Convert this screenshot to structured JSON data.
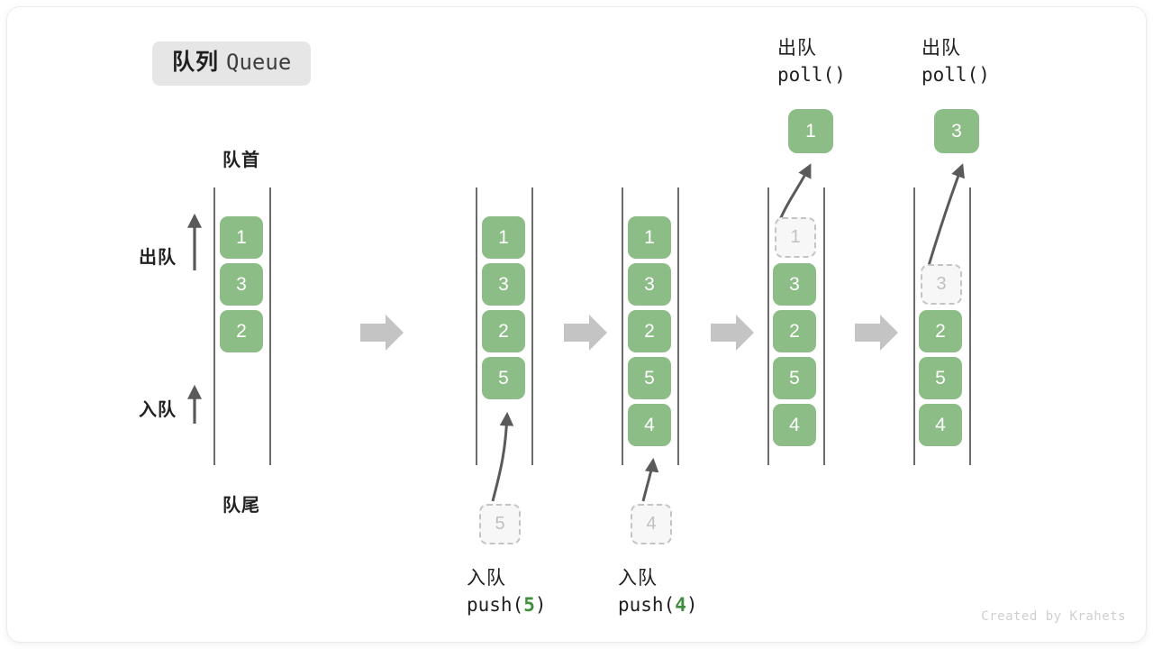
{
  "title": {
    "cn": "队列",
    "en": "Queue"
  },
  "labels": {
    "head": "队首",
    "tail": "队尾",
    "dequeue": "出队",
    "enqueue": "入队"
  },
  "credit": "Created by Krahets",
  "colors": {
    "element": "#8dbd86",
    "element_text": "#ffffff",
    "ghost_border": "#c4c4c4",
    "ghost_text": "#c0c0c0",
    "wall": "#6b6b6b",
    "arrow": "#5a5a5a",
    "step_arrow": "#c4c4c4",
    "accent_code": "#3f8f3f",
    "badge_bg": "#e6e6e6"
  },
  "steps": [
    {
      "id": "initial",
      "cells": [
        "1",
        "3",
        "2"
      ],
      "ghost": null,
      "popped": null,
      "caption_cn": null,
      "caption_fn": null,
      "caption_arg": null
    },
    {
      "id": "push-5",
      "cells": [
        "1",
        "3",
        "2",
        "5"
      ],
      "ghost": "5",
      "popped": null,
      "caption_cn": "入队",
      "caption_fn_prefix": "push(",
      "caption_arg": "5",
      "caption_fn_suffix": ")"
    },
    {
      "id": "push-4",
      "cells": [
        "1",
        "3",
        "2",
        "5",
        "4"
      ],
      "ghost": "4",
      "popped": null,
      "caption_cn": "入队",
      "caption_fn_prefix": "push(",
      "caption_arg": "4",
      "caption_fn_suffix": ")"
    },
    {
      "id": "poll-1",
      "cells": [
        "3",
        "2",
        "5",
        "4"
      ],
      "ghost": "1",
      "popped": "1",
      "caption_cn": "出队",
      "caption_fn_prefix": "poll(",
      "caption_arg": "",
      "caption_fn_suffix": ")"
    },
    {
      "id": "poll-3",
      "cells": [
        "2",
        "5",
        "4"
      ],
      "ghost": "3",
      "popped": "3",
      "caption_cn": "出队",
      "caption_fn_prefix": "poll(",
      "caption_arg": "",
      "caption_fn_suffix": ")"
    }
  ]
}
